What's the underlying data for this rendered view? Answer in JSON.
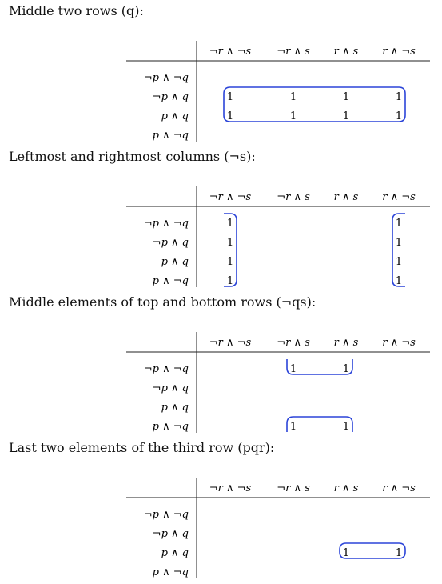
{
  "column_headers": [
    "¬r ∧ ¬s",
    "¬r ∧ s",
    "r ∧ s",
    "r ∧ ¬s"
  ],
  "row_headers": [
    "¬p ∧ ¬q",
    "¬p ∧ q",
    "p ∧ q",
    "p ∧ ¬q"
  ],
  "cell_value": "1",
  "loop_color": "#2b44d8",
  "sections": [
    {
      "heading": "Middle two rows (q):",
      "cells": [
        [
          1,
          0
        ],
        [
          1,
          1
        ],
        [
          1,
          2
        ],
        [
          1,
          3
        ],
        [
          2,
          0
        ],
        [
          2,
          1
        ],
        [
          2,
          2
        ],
        [
          2,
          3
        ]
      ],
      "groups": [
        {
          "rows": [
            1,
            2
          ],
          "cols": [
            0,
            3
          ],
          "shape": "box"
        }
      ]
    },
    {
      "heading": "Leftmost and rightmost columns (¬s):",
      "cells": [
        [
          0,
          0
        ],
        [
          1,
          0
        ],
        [
          2,
          0
        ],
        [
          3,
          0
        ],
        [
          0,
          3
        ],
        [
          1,
          3
        ],
        [
          2,
          3
        ],
        [
          3,
          3
        ]
      ],
      "groups": [
        {
          "rows": [
            0,
            3
          ],
          "cols": [
            0,
            0
          ],
          "shape": "open-left"
        },
        {
          "rows": [
            0,
            3
          ],
          "cols": [
            3,
            3
          ],
          "shape": "open-right"
        }
      ]
    },
    {
      "heading": "Middle elements of top and bottom rows (¬qs):",
      "cells": [
        [
          0,
          1
        ],
        [
          0,
          2
        ],
        [
          3,
          1
        ],
        [
          3,
          2
        ]
      ],
      "groups": [
        {
          "rows": [
            0,
            0
          ],
          "cols": [
            1,
            2
          ],
          "shape": "open-top"
        },
        {
          "rows": [
            3,
            3
          ],
          "cols": [
            1,
            2
          ],
          "shape": "open-bottom"
        }
      ]
    },
    {
      "heading": "Last two elements of the third row (pqr):",
      "cells": [
        [
          2,
          2
        ],
        [
          2,
          3
        ]
      ],
      "groups": [
        {
          "rows": [
            2,
            2
          ],
          "cols": [
            2,
            3
          ],
          "shape": "box"
        }
      ]
    }
  ]
}
